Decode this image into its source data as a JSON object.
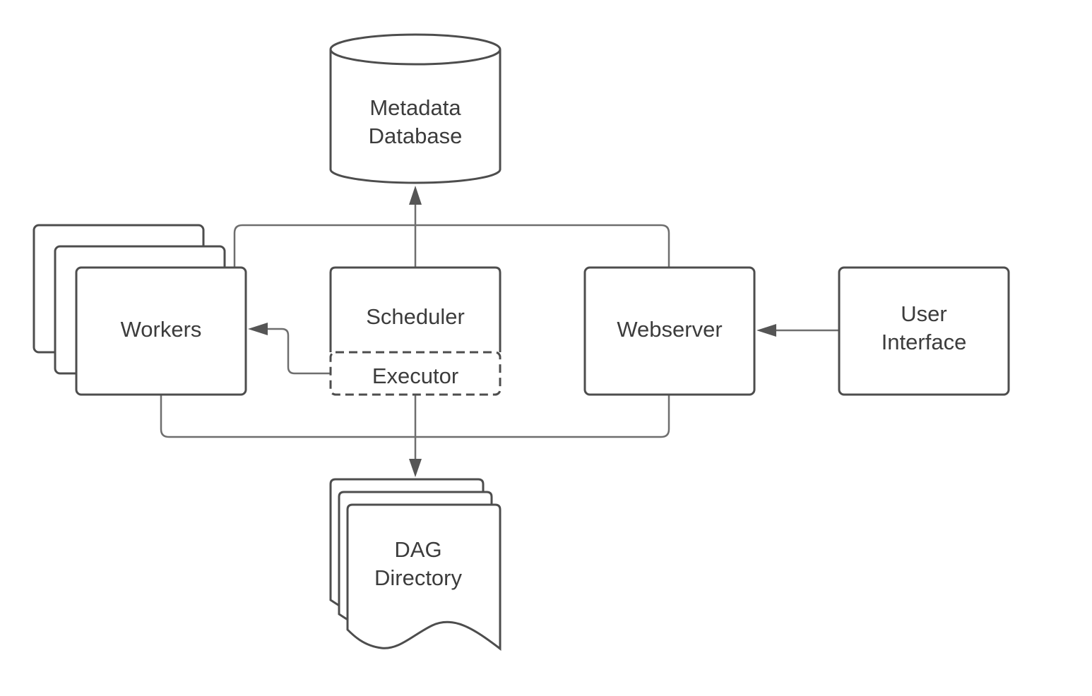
{
  "diagram": {
    "nodes": {
      "metadata_db": {
        "line1": "Metadata",
        "line2": "Database"
      },
      "workers": {
        "label": "Workers"
      },
      "scheduler": {
        "label": "Scheduler"
      },
      "executor": {
        "label": "Executor"
      },
      "webserver": {
        "label": "Webserver"
      },
      "user_interface": {
        "line1": "User",
        "line2": "Interface"
      },
      "dag_directory": {
        "line1": "DAG",
        "line2": "Directory"
      }
    },
    "colors": {
      "stroke": "#4d4d4d",
      "connector": "#6e6e6e",
      "text": "#3c3c3c",
      "background": "#ffffff"
    }
  }
}
